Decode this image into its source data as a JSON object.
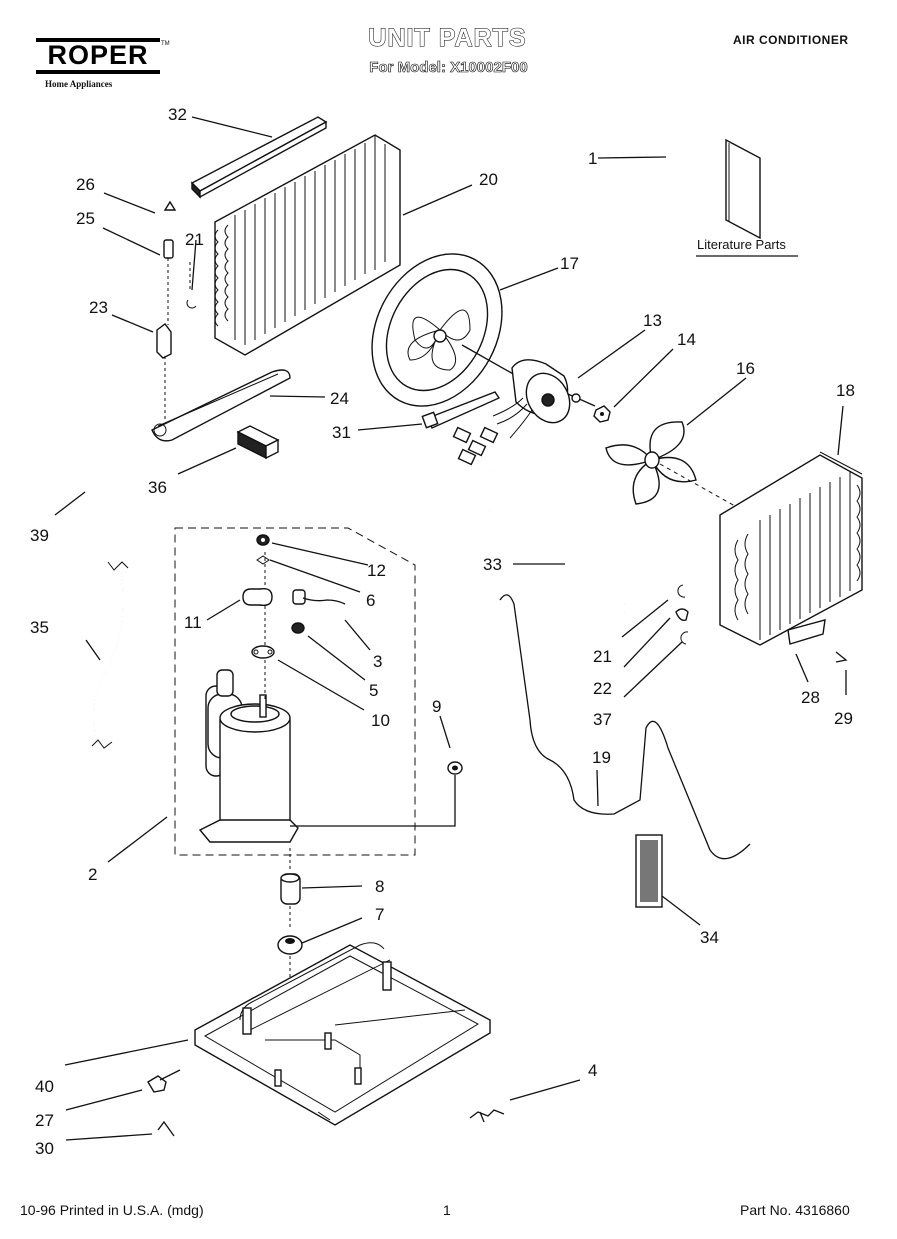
{
  "header": {
    "brand": "ROPER",
    "trademark": "TM",
    "brand_sub": "Home Appliances",
    "title": "UNIT PARTS",
    "subtitle": "For Model: X10002F00",
    "category": "AIR CONDITIONER"
  },
  "literature_label": "Literature Parts",
  "callouts": [
    "1",
    "2",
    "3",
    "4",
    "5",
    "6",
    "7",
    "8",
    "9",
    "10",
    "11",
    "12",
    "13",
    "14",
    "16",
    "17",
    "18",
    "19",
    "20",
    "21",
    "21",
    "22",
    "23",
    "24",
    "25",
    "26",
    "27",
    "28",
    "29",
    "30",
    "31",
    "32",
    "33",
    "34",
    "35",
    "36",
    "37",
    "39",
    "40"
  ],
  "footer": {
    "left": "10-96 Printed in U.S.A. (mdg)",
    "page": "1",
    "part_no": "Part No. 4316860"
  }
}
